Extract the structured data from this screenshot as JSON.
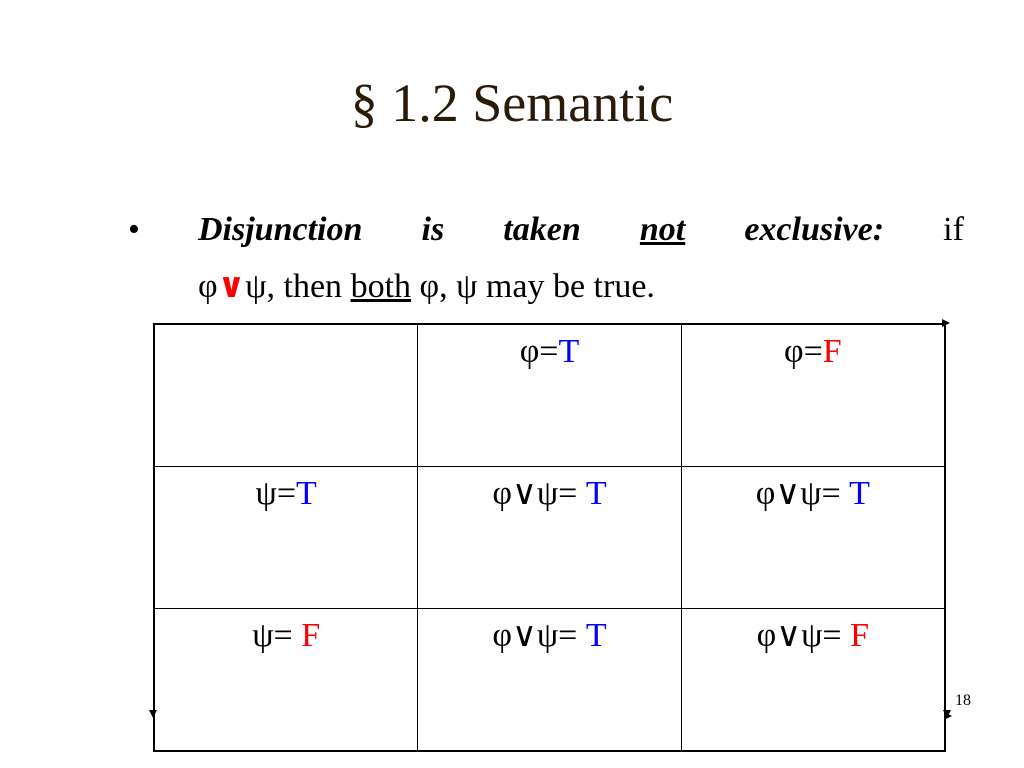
{
  "slide": {
    "title": "§ 1.2 Semantic",
    "page_number": "18"
  },
  "bullet": {
    "marker": "•",
    "line1": {
      "word1": "Disjunction",
      "word2": "is",
      "word3": "taken",
      "word4": "not",
      "word5": "exclusive:",
      "word6": "if"
    },
    "line2": {
      "phi": "φ",
      "or_symbol": "∨",
      "psi_then": "ψ, then ",
      "both": "both",
      "rest": " φ, ψ may be true."
    }
  },
  "truth_table": {
    "header": [
      {
        "label": "",
        "value": ""
      },
      {
        "label": "φ=",
        "value": "T",
        "value_color": "blue"
      },
      {
        "label": "φ=",
        "value": "F",
        "value_color": "red"
      }
    ],
    "rows": [
      {
        "header": {
          "label": "ψ=",
          "value": "T",
          "value_color": "blue"
        },
        "cells": [
          {
            "expr": "φ∨ψ= ",
            "value": "T",
            "value_color": "blue"
          },
          {
            "expr": "φ∨ψ= ",
            "value": "T",
            "value_color": "blue"
          }
        ]
      },
      {
        "header": {
          "label": "ψ= ",
          "value": "F",
          "value_color": "red"
        },
        "cells": [
          {
            "expr": "φ∨ψ= ",
            "value": "T",
            "value_color": "blue"
          },
          {
            "expr": "φ∨ψ= ",
            "value": "F",
            "value_color": "red"
          }
        ]
      }
    ]
  },
  "colors": {
    "true": "#0000ff",
    "false": "#ff0000",
    "title": "#2a1a0a"
  }
}
